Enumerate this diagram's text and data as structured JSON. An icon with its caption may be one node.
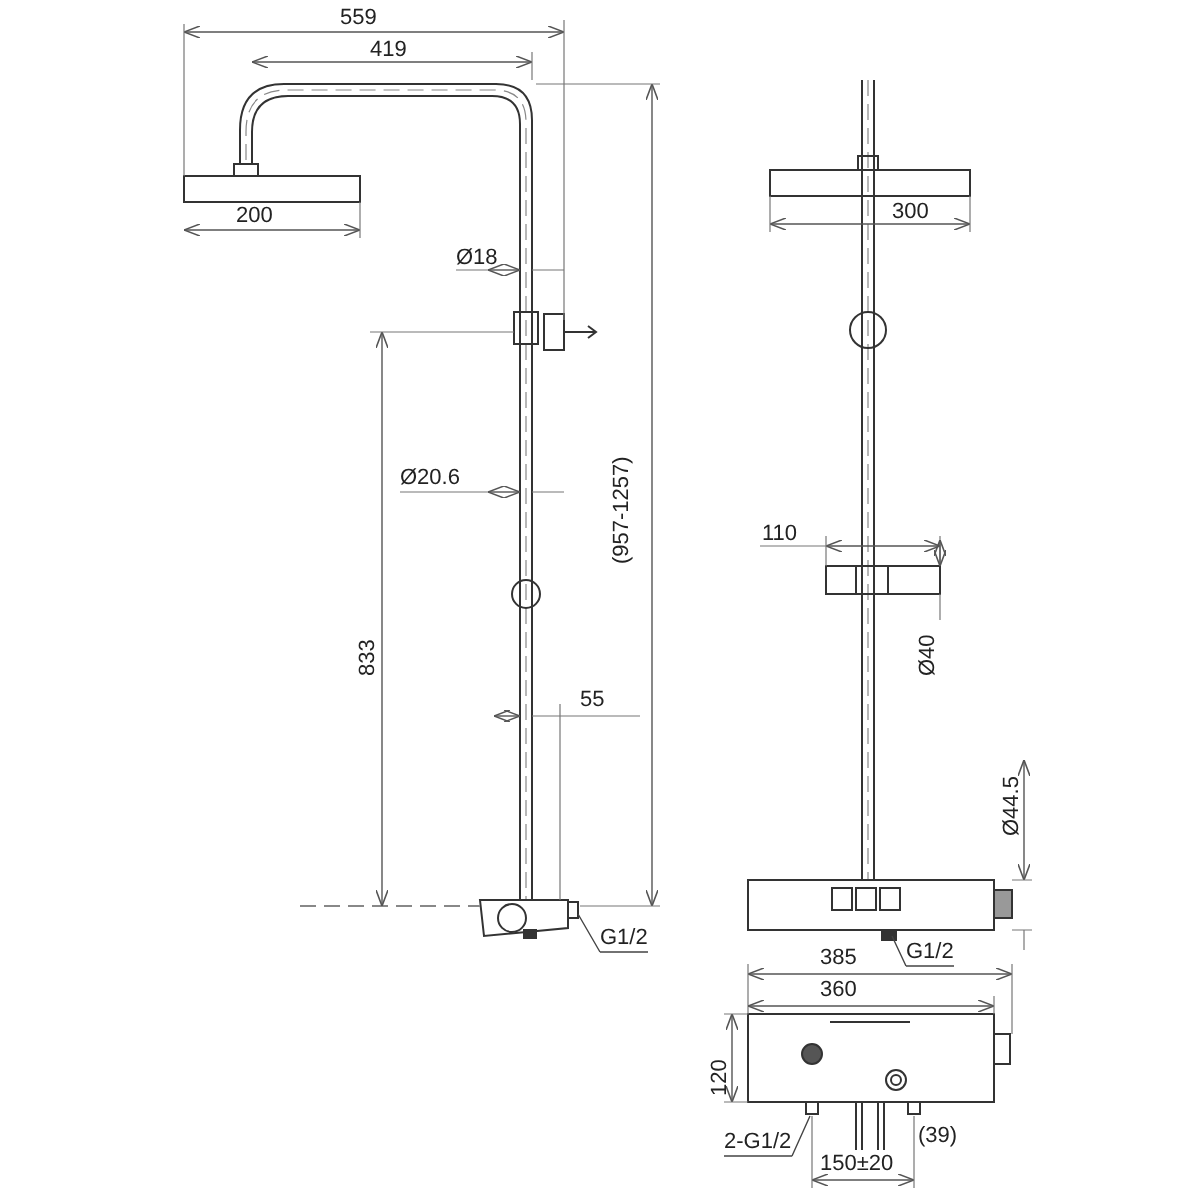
{
  "diagram": {
    "nodes": [
      {
        "text": [
          "G1/2"
        ]
      },
      {
        "text": [
          "G1/2"
        ]
      },
      {
        "text": [
          "2-G1/2"
        ]
      }
    ],
    "edges": [
      {
        "from": 0,
        "to": null,
        "arrow": "none"
      },
      {
        "from": 1,
        "to": null,
        "arrow": "none"
      },
      {
        "from": 2,
        "to": null,
        "arrow": "none"
      }
    ],
    "labels": [
      "559",
      "419",
      "200",
      "Ø18",
      "Ø20.6",
      "833",
      "(957-1257)",
      "55",
      "300",
      "110",
      "Ø40",
      "Ø44.5",
      "385",
      "360",
      "120",
      "(39)",
      "150±20"
    ]
  }
}
